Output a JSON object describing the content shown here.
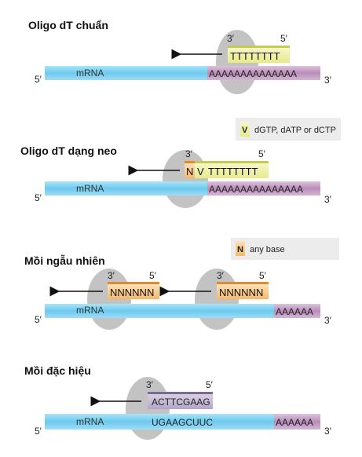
{
  "panels": {
    "p1": {
      "title": "Oligo dT chuẩn",
      "mrna_label": "mRNA",
      "primer_seq": "TTTTTTTT",
      "polya": "AAAAAAAAAAAAAA",
      "five_top": "3′",
      "three_top": "5′",
      "five_bottom": "5′",
      "three_bottom": "3′"
    },
    "p2": {
      "title": "Oligo dT dạng neo",
      "mrna_label": "mRNA",
      "anchor_n": "N",
      "anchor_v": "V",
      "primer_seq": "TTTTTTTT",
      "polya": "AAAAAAAAAAAAAAA",
      "five_top": "3′",
      "three_top": "5′",
      "five_bottom": "5′",
      "three_bottom": "3′"
    },
    "p3": {
      "title": "Mồi ngẫu nhiên",
      "mrna_label": "mRNA",
      "primer_a": "NNNNNN",
      "primer_b": "NNNNNN",
      "polya": "AAAAAA",
      "a_top_left": "3′",
      "a_top_right": "5′",
      "b_top_left": "3′",
      "b_top_right": "5′",
      "five_bottom": "5′",
      "three_bottom": "3′"
    },
    "p4": {
      "title": "Mồi đặc hiệu",
      "mrna_label": "mRNA",
      "primer_seq": "ACTTCGAAG",
      "mrna_seq": "UGAAGCUUC",
      "polya": "AAAAAA",
      "top_left": "3′",
      "top_right": "5′",
      "five_bottom": "5′",
      "three_bottom": "3′"
    }
  },
  "legends": {
    "v": {
      "key": "V",
      "text": "dGTP, dATP or dCTP"
    },
    "n": {
      "key": "N",
      "text": "any base"
    }
  },
  "colors": {
    "mrna": "#7fd3f1",
    "polya": "#c9a7c9",
    "primer_dt": "#eef0a0",
    "primer_random": "#f6c98a",
    "primer_specific": "#b7a9c9",
    "bubble": "#bdbdbd"
  }
}
